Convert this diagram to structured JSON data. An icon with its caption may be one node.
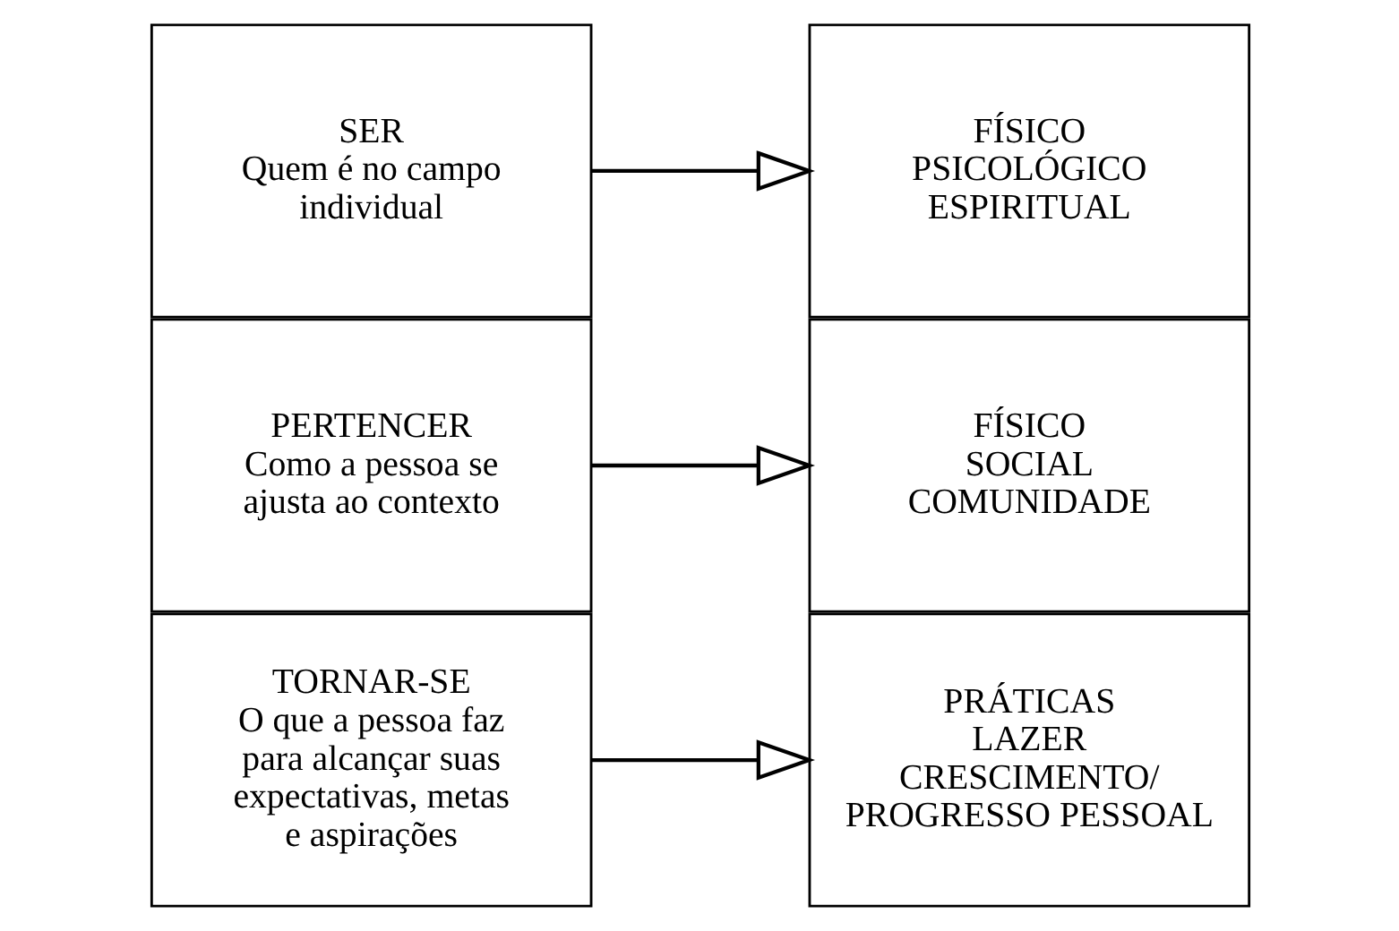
{
  "diagram": {
    "nodes": [
      {
        "text": [
          "SER",
          "Quem é no campo individual"
        ]
      },
      {
        "text": [
          "FÍSICO",
          "PSICOLÓGICO",
          "ESPIRITUAL"
        ]
      },
      {
        "text": [
          "PERTENCER",
          "Como a pessoa se ajusta ao contexto"
        ]
      },
      {
        "text": [
          "FÍSICO",
          "SOCIAL",
          "COMUNIDADE"
        ]
      },
      {
        "text": [
          "TORNAR-SE",
          "O que a pessoa faz para alcançar suas expectativas, metas e aspirações"
        ]
      },
      {
        "text": [
          "PRÁTICAS",
          "LAZER",
          "CRESCIMENTO/ PROGRESSO PESSOAL"
        ]
      }
    ],
    "edges": [
      {
        "from": 0,
        "to": 1,
        "arrow": "to"
      },
      {
        "from": 2,
        "to": 3,
        "arrow": "to"
      },
      {
        "from": 4,
        "to": 5,
        "arrow": "to"
      }
    ]
  }
}
